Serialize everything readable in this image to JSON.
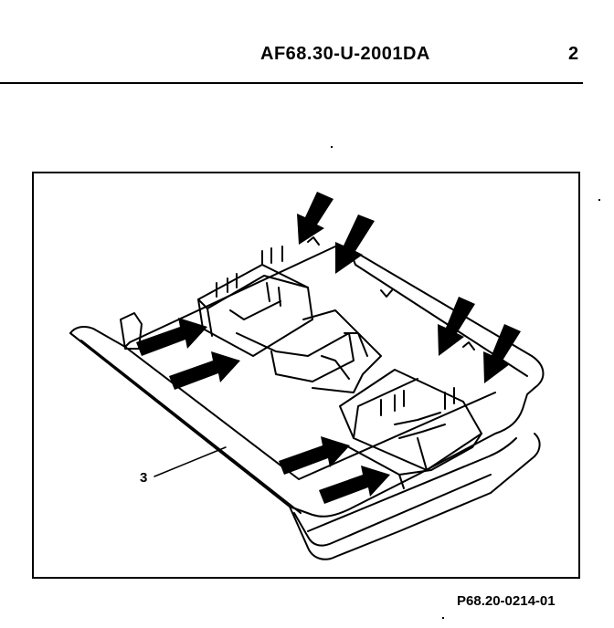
{
  "header": {
    "doc_code": "AF68.30-U-2001DA",
    "page_number": "2"
  },
  "figure": {
    "callout_label": "3",
    "reference": "P68.20-0214-01",
    "arrow_icon": "arrow-icon",
    "arrow_count": 8
  }
}
